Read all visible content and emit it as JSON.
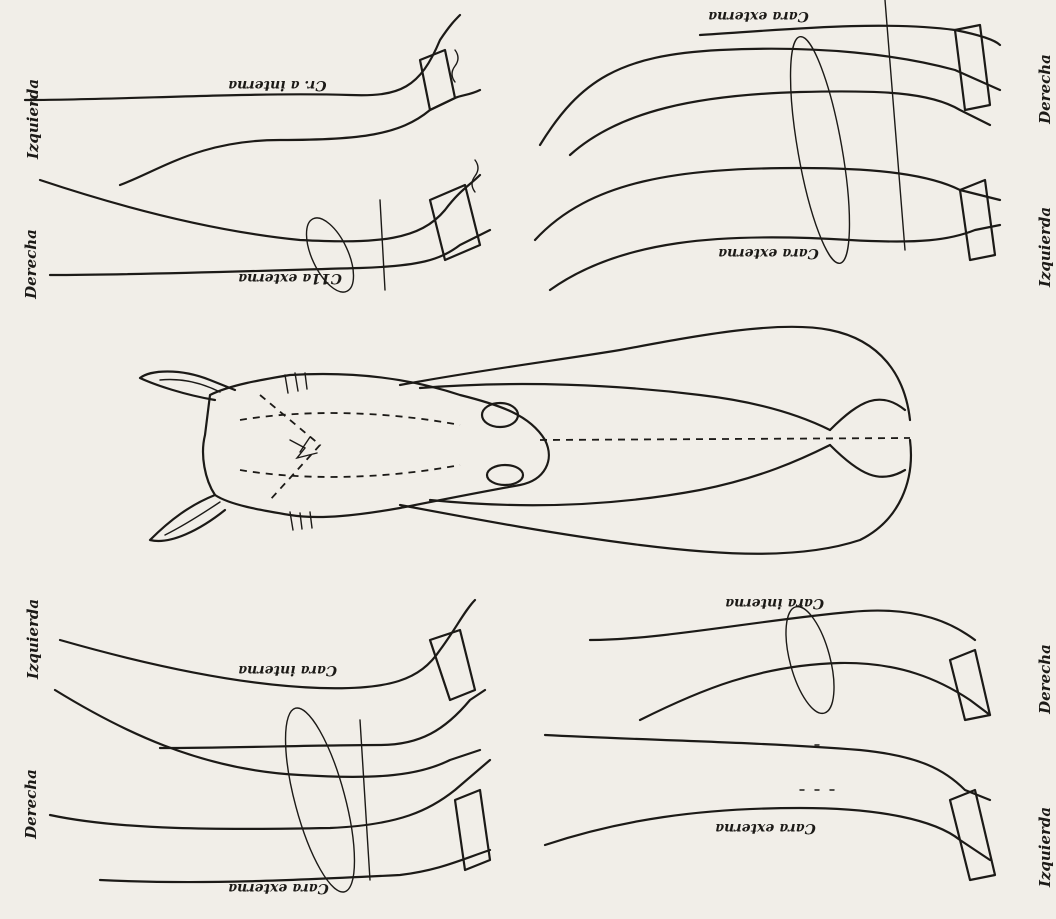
{
  "labels": {
    "left_upper_izquierda": "Izquierda",
    "left_upper_derecha": "Derecha",
    "left_upper_interna": "Cr. a interna",
    "left_upper_externa": "C11a externa",
    "left_lower_izquierda": "Izquierda",
    "left_lower_derecha": "Derecha",
    "left_lower_interna": "Cara interna",
    "left_lower_externa": "Cara externa",
    "right_upper_derecha": "Derecha",
    "right_upper_izquierda": "Izquierda",
    "right_upper_externa_top": "Cara externa",
    "right_upper_externa": "Cara externa",
    "right_lower_derecha": "Derecha",
    "right_lower_izquierda": "Izquierda",
    "right_lower_interna": "Cara interna",
    "right_lower_externa": "Cara externa"
  }
}
